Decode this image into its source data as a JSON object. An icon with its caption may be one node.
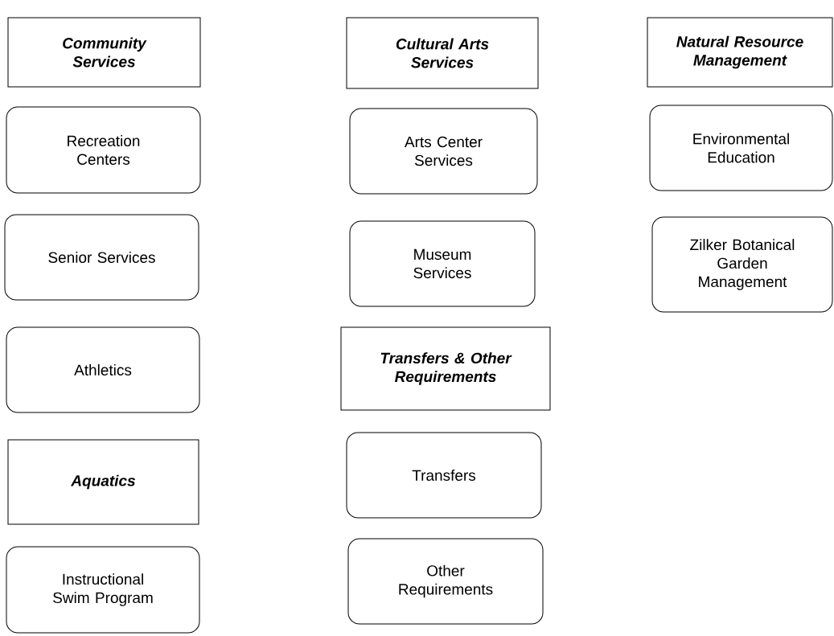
{
  "diagram": {
    "nodes": [
      {
        "text": [
          "Community Services"
        ]
      },
      {
        "text": [
          "Recreation Centers"
        ]
      },
      {
        "text": [
          "Senior Services"
        ]
      },
      {
        "text": [
          "Athletics"
        ]
      },
      {
        "text": [
          "Aquatics"
        ]
      },
      {
        "text": [
          "Instructional Swim Program"
        ]
      },
      {
        "text": [
          "Cultural Arts Services"
        ]
      },
      {
        "text": [
          "Arts Center Services"
        ]
      },
      {
        "text": [
          "Museum Services"
        ]
      },
      {
        "text": [
          "Transfers & Other Requirements"
        ]
      },
      {
        "text": [
          "Transfers"
        ]
      },
      {
        "text": [
          "Other Requirements"
        ]
      },
      {
        "text": [
          "Natural Resource Management"
        ]
      },
      {
        "text": [
          "Environmental Education"
        ]
      },
      {
        "text": [
          "Zilker Botanical Garden Management"
        ]
      }
    ]
  }
}
